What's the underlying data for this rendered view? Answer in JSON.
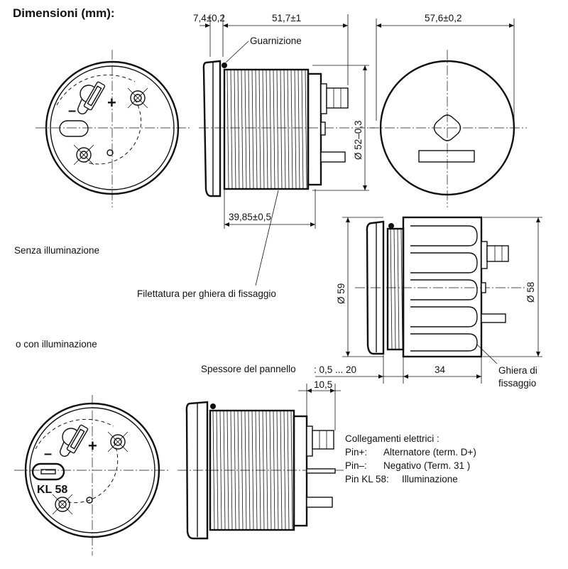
{
  "title": "Dimensioni (mm):",
  "dimensions": {
    "flange_thickness": "7,4±0,2",
    "body_length": "51,7±1",
    "front_diameter": "57,6±0,2",
    "thread_diameter": "Ø 52–0,3",
    "thread_length": "39,85±0,5",
    "ring_outer_diameter": "Ø 59",
    "ring_inner_diameter": "Ø 58",
    "panel_range": ": 0,5 ... 20",
    "ring_length": "34",
    "terminal_offset": "10,5"
  },
  "labels": {
    "gasket": "Guarnizione",
    "no_lighting": "Senza illuminazione",
    "thread": "Filettatura per ghiera di fissaggio",
    "with_lighting": "o con illuminazione",
    "panel_thickness": "Spessore del pannello",
    "ring_line1": "Ghiera di",
    "ring_line2": "fissaggio",
    "kl58": "KL 58",
    "minus_sign": "–",
    "plus_sign": "+"
  },
  "connections": {
    "heading": "Collegamenti elettrici :",
    "rows": [
      {
        "pin": "Pin+:",
        "desc": "Alternatore (term. D+)"
      },
      {
        "pin": "Pin–:",
        "desc": "Negativo (Term. 31 )"
      },
      {
        "pin": "Pin KL 58:",
        "desc": "Illuminazione"
      }
    ]
  }
}
